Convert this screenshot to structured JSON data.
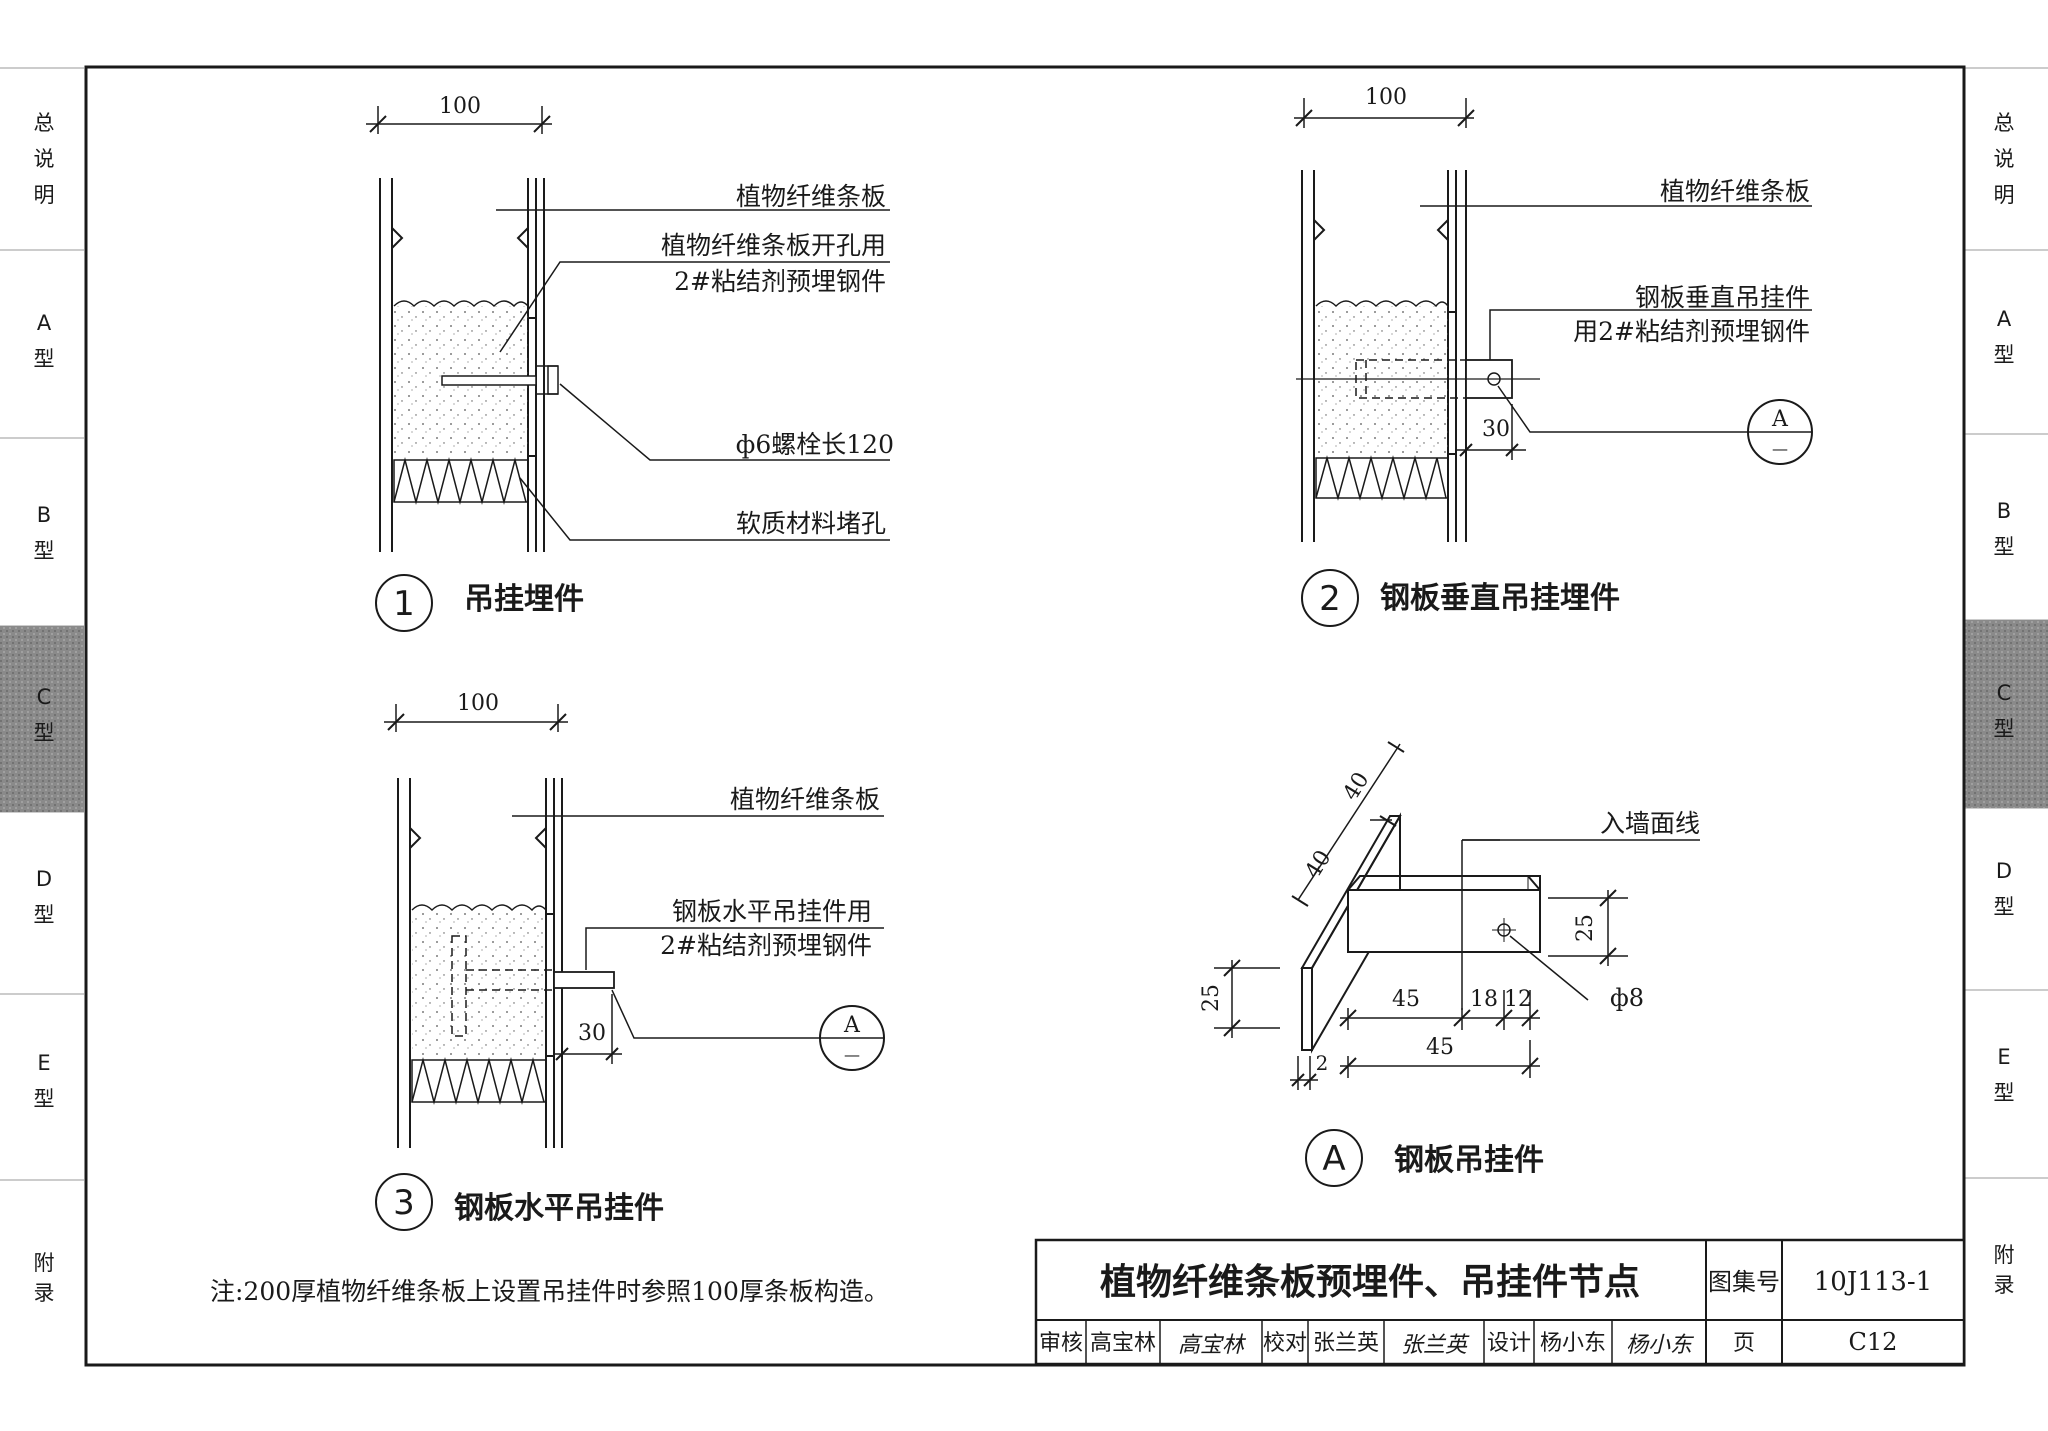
{
  "side_tabs": {
    "overview": "总说明",
    "a": [
      "A",
      "型"
    ],
    "b": [
      "B",
      "型"
    ],
    "c": [
      "C",
      "型"
    ],
    "d": [
      "D",
      "型"
    ],
    "e": [
      "E",
      "型"
    ],
    "appendix": "附录"
  },
  "detail1": {
    "number": "1",
    "title": "吊挂埋件",
    "dim": "100",
    "label_board": "植物纤维条板",
    "label_drill_1": "植物纤维条板开孔用",
    "label_drill_2": "2#粘结剂预埋钢件",
    "label_bolt": "ф6螺栓长120",
    "label_soft": "软质材料堵孔"
  },
  "detail2": {
    "number": "2",
    "title": "钢板垂直吊挂埋件",
    "dim": "100",
    "dim_30": "30",
    "label_board": "植物纤维条板",
    "label_plate_1": "钢板垂直吊挂件",
    "label_plate_2": "用2#粘结剂预埋钢件",
    "ref_letter": "A",
    "ref_dash": "—"
  },
  "detail3": {
    "number": "3",
    "title": "钢板水平吊挂件",
    "dim": "100",
    "dim_30": "30",
    "label_board": "植物纤维条板",
    "label_plate_1": "钢板水平吊挂件用",
    "label_plate_2": "2#粘结剂预埋钢件",
    "ref_letter": "A",
    "ref_dash": "—"
  },
  "detailA": {
    "letter": "A",
    "title": "钢板吊挂件",
    "wall_line": "入墙面线",
    "dim_40a": "40",
    "dim_40b": "40",
    "dim_25a": "25",
    "dim_25b": "25",
    "dim_45a": "45",
    "dim_45b": "45",
    "dim_18": "18",
    "dim_12": "12",
    "dim_2": "2",
    "hole": "ф8"
  },
  "note": "注:200厚植物纤维条板上设置吊挂件时参照100厚条板构造。",
  "title_block": {
    "title": "植物纤维条板预埋件、吊挂件节点",
    "atlas_label": "图集号",
    "atlas_no": "10J113-1",
    "review_label": "审核",
    "reviewer": "高宝林",
    "reviewer_sign": "高宝林",
    "check_label": "校对",
    "checker": "张兰英",
    "checker_sign": "张兰英",
    "design_label": "设计",
    "designer": "杨小东",
    "designer_sign": "杨小东",
    "page_label": "页",
    "page_no": "C12"
  }
}
